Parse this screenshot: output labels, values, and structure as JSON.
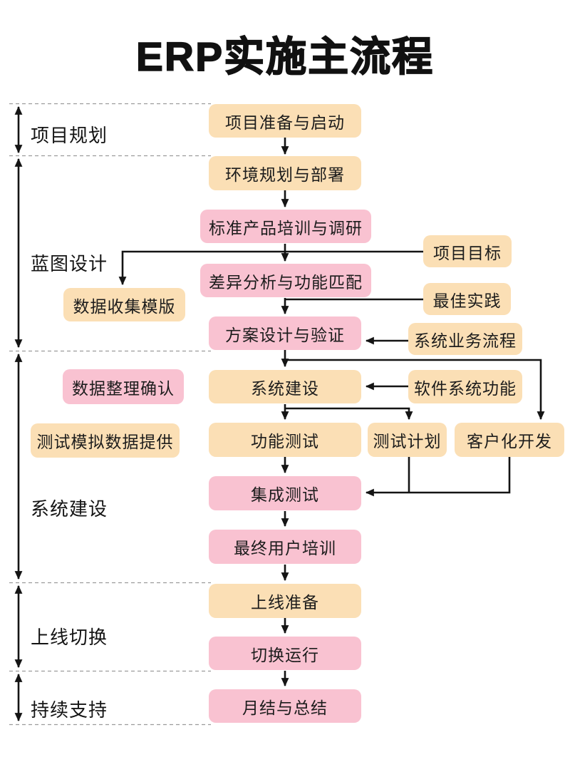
{
  "title": "ERP实施主流程",
  "phases": {
    "planning": "项目规划",
    "blueprint": "蓝图设计",
    "construction": "系统建设",
    "cutover": "上线切换",
    "support": "持续支持"
  },
  "nodes": {
    "project_prep": "项目准备与启动",
    "env_planning": "环境规划与部署",
    "std_training": "标准产品培训与调研",
    "project_goals": "项目目标",
    "data_template": "数据收集模版",
    "gap_analysis": "差异分析与功能匹配",
    "best_practice": "最佳实践",
    "solution_design": "方案设计与验证",
    "sys_business_flow": "系统业务流程",
    "data_confirm": "数据整理确认",
    "system_build": "系统建设",
    "software_functions": "软件系统功能",
    "test_mock_data": "测试模拟数据提供",
    "function_test": "功能测试",
    "test_plan": "测试计划",
    "custom_dev": "客户化开发",
    "integration_test": "集成测试",
    "end_user_training": "最终用户培训",
    "golive_prep": "上线准备",
    "cutover_run": "切换运行",
    "month_end_summary": "月结与总结"
  },
  "edges": [
    {
      "from": "project_prep",
      "to": "env_planning"
    },
    {
      "from": "env_planning",
      "to": "std_training"
    },
    {
      "from": "std_training",
      "to": "gap_analysis"
    },
    {
      "from": "project_goals",
      "to": "gap_analysis"
    },
    {
      "from": "project_goals",
      "to": "data_template"
    },
    {
      "from": "best_practice",
      "to": "solution_design"
    },
    {
      "from": "gap_analysis",
      "to": "solution_design"
    },
    {
      "from": "sys_business_flow",
      "to": "solution_design"
    },
    {
      "from": "solution_design",
      "to": "system_build"
    },
    {
      "from": "solution_design",
      "to": "custom_dev"
    },
    {
      "from": "software_functions",
      "to": "system_build"
    },
    {
      "from": "system_build",
      "to": "function_test"
    },
    {
      "from": "system_build",
      "to": "test_plan"
    },
    {
      "from": "function_test",
      "to": "integration_test"
    },
    {
      "from": "test_plan",
      "to": "integration_test"
    },
    {
      "from": "custom_dev",
      "to": "integration_test"
    },
    {
      "from": "integration_test",
      "to": "end_user_training"
    },
    {
      "from": "end_user_training",
      "to": "golive_prep"
    },
    {
      "from": "golive_prep",
      "to": "cutover_run"
    },
    {
      "from": "cutover_run",
      "to": "month_end_summary"
    }
  ],
  "colors": {
    "peach_node": "#fbdfb5",
    "pink_node": "#f9c2d1",
    "connector": "#141414",
    "divider": "#9c9c9c",
    "text": "#1c1c1c",
    "background": "#ffffff"
  }
}
